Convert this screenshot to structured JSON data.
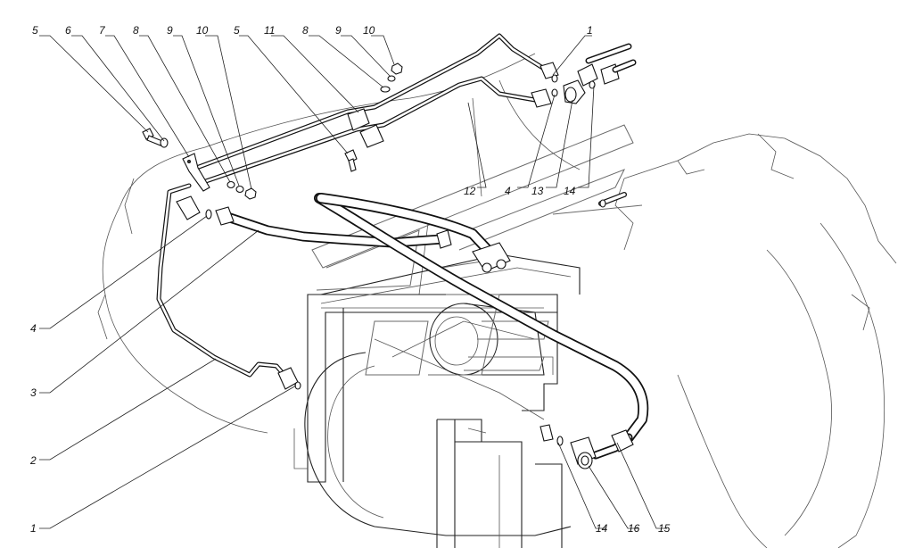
{
  "callouts": [
    {
      "id": "c1",
      "text": "5"
    },
    {
      "id": "c2",
      "text": "6"
    },
    {
      "id": "c3",
      "text": "7"
    },
    {
      "id": "c4",
      "text": "8"
    },
    {
      "id": "c5",
      "text": "9"
    },
    {
      "id": "c6",
      "text": "10"
    },
    {
      "id": "c7",
      "text": "5"
    },
    {
      "id": "c8",
      "text": "11"
    },
    {
      "id": "c9",
      "text": "8"
    },
    {
      "id": "c10",
      "text": "9"
    },
    {
      "id": "c11",
      "text": "10"
    },
    {
      "id": "c12",
      "text": "1"
    },
    {
      "id": "c13",
      "text": "12"
    },
    {
      "id": "c14",
      "text": "4"
    },
    {
      "id": "c15",
      "text": "13"
    },
    {
      "id": "c16",
      "text": "14"
    },
    {
      "id": "c17",
      "text": "4"
    },
    {
      "id": "c18",
      "text": "3"
    },
    {
      "id": "c19",
      "text": "2"
    },
    {
      "id": "c20",
      "text": "1"
    },
    {
      "id": "c21",
      "text": "14"
    },
    {
      "id": "c22",
      "text": "16"
    },
    {
      "id": "c23",
      "text": "15"
    }
  ]
}
